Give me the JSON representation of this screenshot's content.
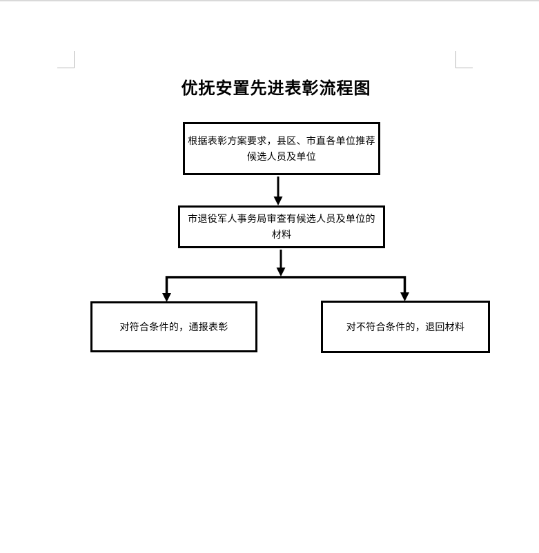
{
  "page": {
    "background_color": "#ffffff",
    "top_edge_color": "#d9d9d9",
    "corner_mark_color": "#b7b7b7"
  },
  "title": {
    "text": "优抚安置先进表彰流程图"
  },
  "flowchart": {
    "line_color": "#000000",
    "box_border_color": "#000000",
    "nodes": [
      {
        "id": "recommend",
        "text": "根据表彰方案要求，县区、市直各单位推荐\n候选人员及单位"
      },
      {
        "id": "review",
        "text": "市退役军人事务局审查有候选人员及单位的\n材料"
      },
      {
        "id": "qualified",
        "text": "对符合条件的，通报表彰"
      },
      {
        "id": "unqualified",
        "text": "对不符合条件的，退回材料"
      }
    ]
  }
}
